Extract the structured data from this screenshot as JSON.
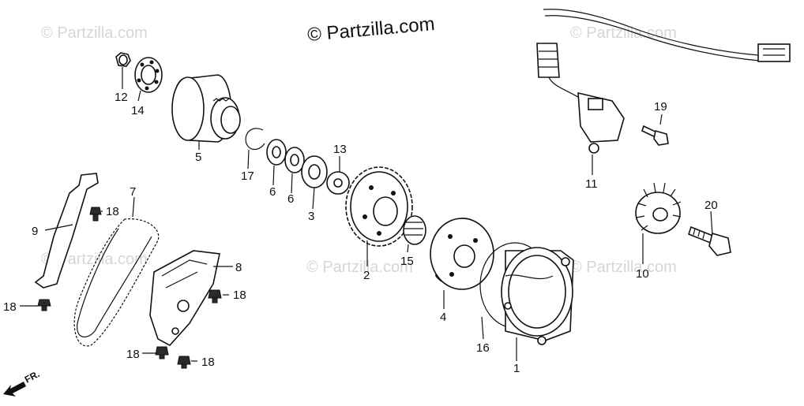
{
  "watermarks": {
    "main": "© Partzilla.com",
    "faint": "© Partzilla.com"
  },
  "direction_label": "FR.",
  "callouts": [
    {
      "id": "c12",
      "label": "12"
    },
    {
      "id": "c14",
      "label": "14"
    },
    {
      "id": "c5",
      "label": "5"
    },
    {
      "id": "c17",
      "label": "17"
    },
    {
      "id": "c6a",
      "label": "6"
    },
    {
      "id": "c6b",
      "label": "6"
    },
    {
      "id": "c13",
      "label": "13"
    },
    {
      "id": "c3",
      "label": "3"
    },
    {
      "id": "c7",
      "label": "7"
    },
    {
      "id": "c18a",
      "label": "18"
    },
    {
      "id": "c9",
      "label": "9"
    },
    {
      "id": "c8",
      "label": "8"
    },
    {
      "id": "c18b",
      "label": "18"
    },
    {
      "id": "c18c",
      "label": "18"
    },
    {
      "id": "c18d",
      "label": "18"
    },
    {
      "id": "c18e",
      "label": "18"
    },
    {
      "id": "c2",
      "label": "2"
    },
    {
      "id": "c15",
      "label": "15"
    },
    {
      "id": "c4",
      "label": "4"
    },
    {
      "id": "c16",
      "label": "16"
    },
    {
      "id": "c1",
      "label": "1"
    },
    {
      "id": "c11",
      "label": "11"
    },
    {
      "id": "c19",
      "label": "19"
    },
    {
      "id": "c20",
      "label": "20"
    },
    {
      "id": "c10",
      "label": "10"
    }
  ],
  "colors": {
    "ink": "#111111",
    "watermark": "#d6d6d6",
    "background": "#ffffff"
  }
}
